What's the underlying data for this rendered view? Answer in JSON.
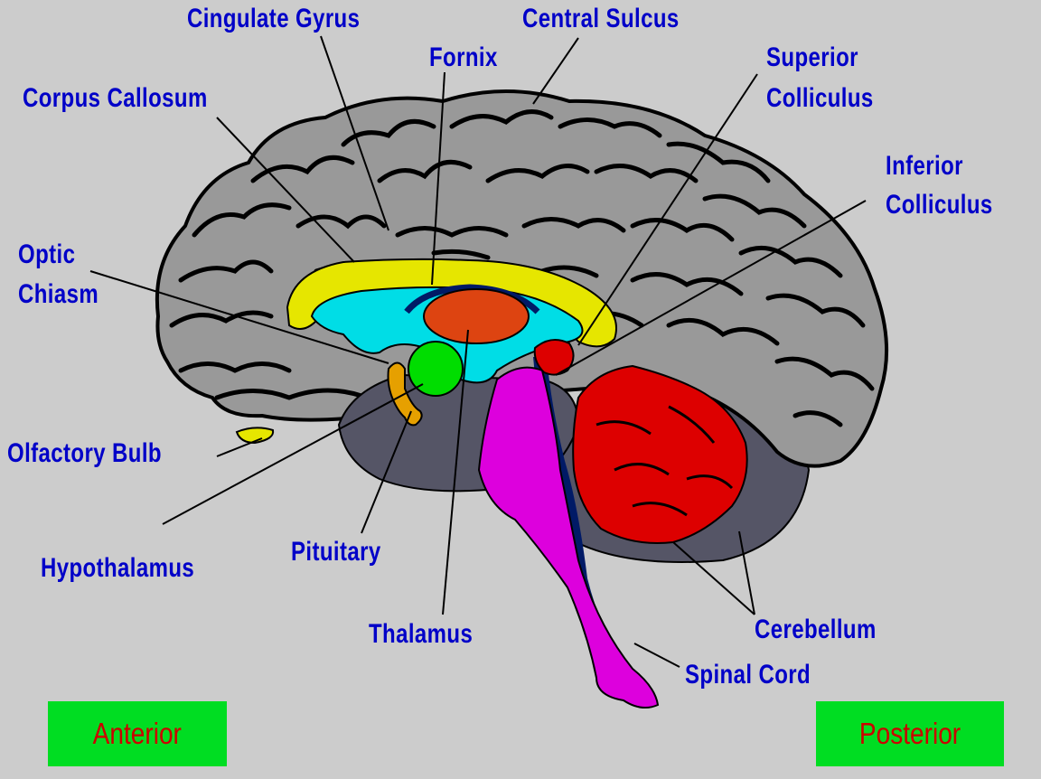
{
  "labels": {
    "cingulate_gyrus": "Cingulate Gyrus",
    "central_sulcus": "Central Sulcus",
    "fornix": "Fornix",
    "corpus_callosum": "Corpus Callosum",
    "superior_colliculus_1": "Superior",
    "superior_colliculus_2": "Colliculus",
    "inferior_colliculus_1": "Inferior",
    "inferior_colliculus_2": "Colliculus",
    "optic_chiasm_1": "Optic",
    "optic_chiasm_2": "Chiasm",
    "olfactory_bulb": "Olfactory Bulb",
    "hypothalamus": "Hypothalamus",
    "pituitary": "Pituitary",
    "thalamus": "Thalamus",
    "cerebellum": "Cerebellum",
    "spinal_cord": "Spinal Cord"
  },
  "buttons": {
    "anterior": "Anterior",
    "posterior": "Posterior"
  },
  "colors": {
    "background": "#cccccc",
    "cerebrum": "#999999",
    "sulci": "#000000",
    "corpus_callosum": "#e6e600",
    "ventricle": "#00dde6",
    "thalamus": "#dd4411",
    "hypothalamus": "#00dd00",
    "brainstem": "#dd00dd",
    "cerebellum": "#dd0000",
    "dark_region": "#555566",
    "canal": "#001a66",
    "optic_pituitary": "#e6a000",
    "label_text": "#0000c8",
    "button_bg": "#00dd22",
    "button_text": "#cc0000"
  }
}
